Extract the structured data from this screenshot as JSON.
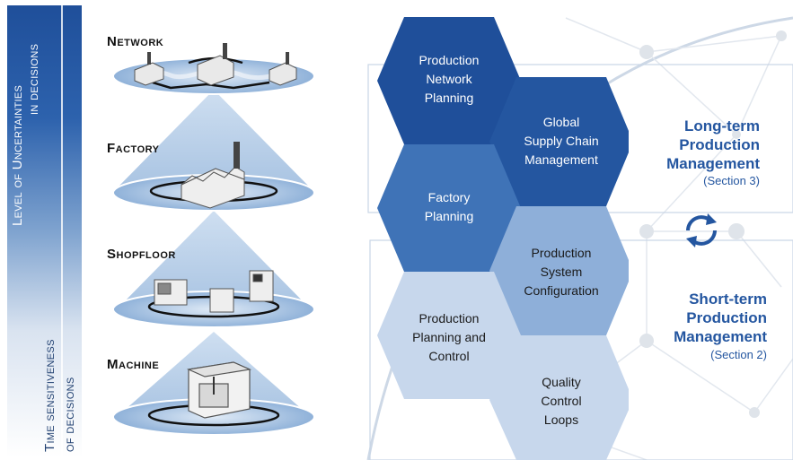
{
  "sidebar": {
    "top_label_line1": "Level of Uncertainties",
    "top_label_line2": "in decisions",
    "bottom_label_line1": "Time sensitiveness",
    "bottom_label_line2": "of decisions"
  },
  "levels": [
    {
      "label": "Network"
    },
    {
      "label": "Factory"
    },
    {
      "label": "Shopfloor"
    },
    {
      "label": "Machine"
    }
  ],
  "hexagons": [
    {
      "lines": [
        "Production",
        "Network",
        "Planning"
      ]
    },
    {
      "lines": [
        "Global",
        "Supply Chain",
        "Management"
      ]
    },
    {
      "lines": [
        "Factory",
        "Planning"
      ]
    },
    {
      "lines": [
        "Production",
        "System",
        "Configuration"
      ]
    },
    {
      "lines": [
        "Production",
        "Planning and",
        "Control"
      ]
    },
    {
      "lines": [
        "Quality",
        "Control",
        "Loops"
      ]
    }
  ],
  "long_term": {
    "line1": "Long-term",
    "line2": "Production",
    "line3": "Management",
    "section": "(Section 3)"
  },
  "short_term": {
    "line1": "Short-term",
    "line2": "Production",
    "line3": "Management",
    "section": "(Section 2)"
  },
  "icons": [
    "cycle-arrows-icon",
    "factory-icon",
    "machine-icon",
    "globe-icon"
  ],
  "colors": {
    "hex_dark": "#1f4f9a",
    "hex_mid": "#3a6fb5",
    "hex_light": "#8eb0da",
    "hex_pale": "#c5d6ec",
    "accent_text": "#2456a0"
  }
}
